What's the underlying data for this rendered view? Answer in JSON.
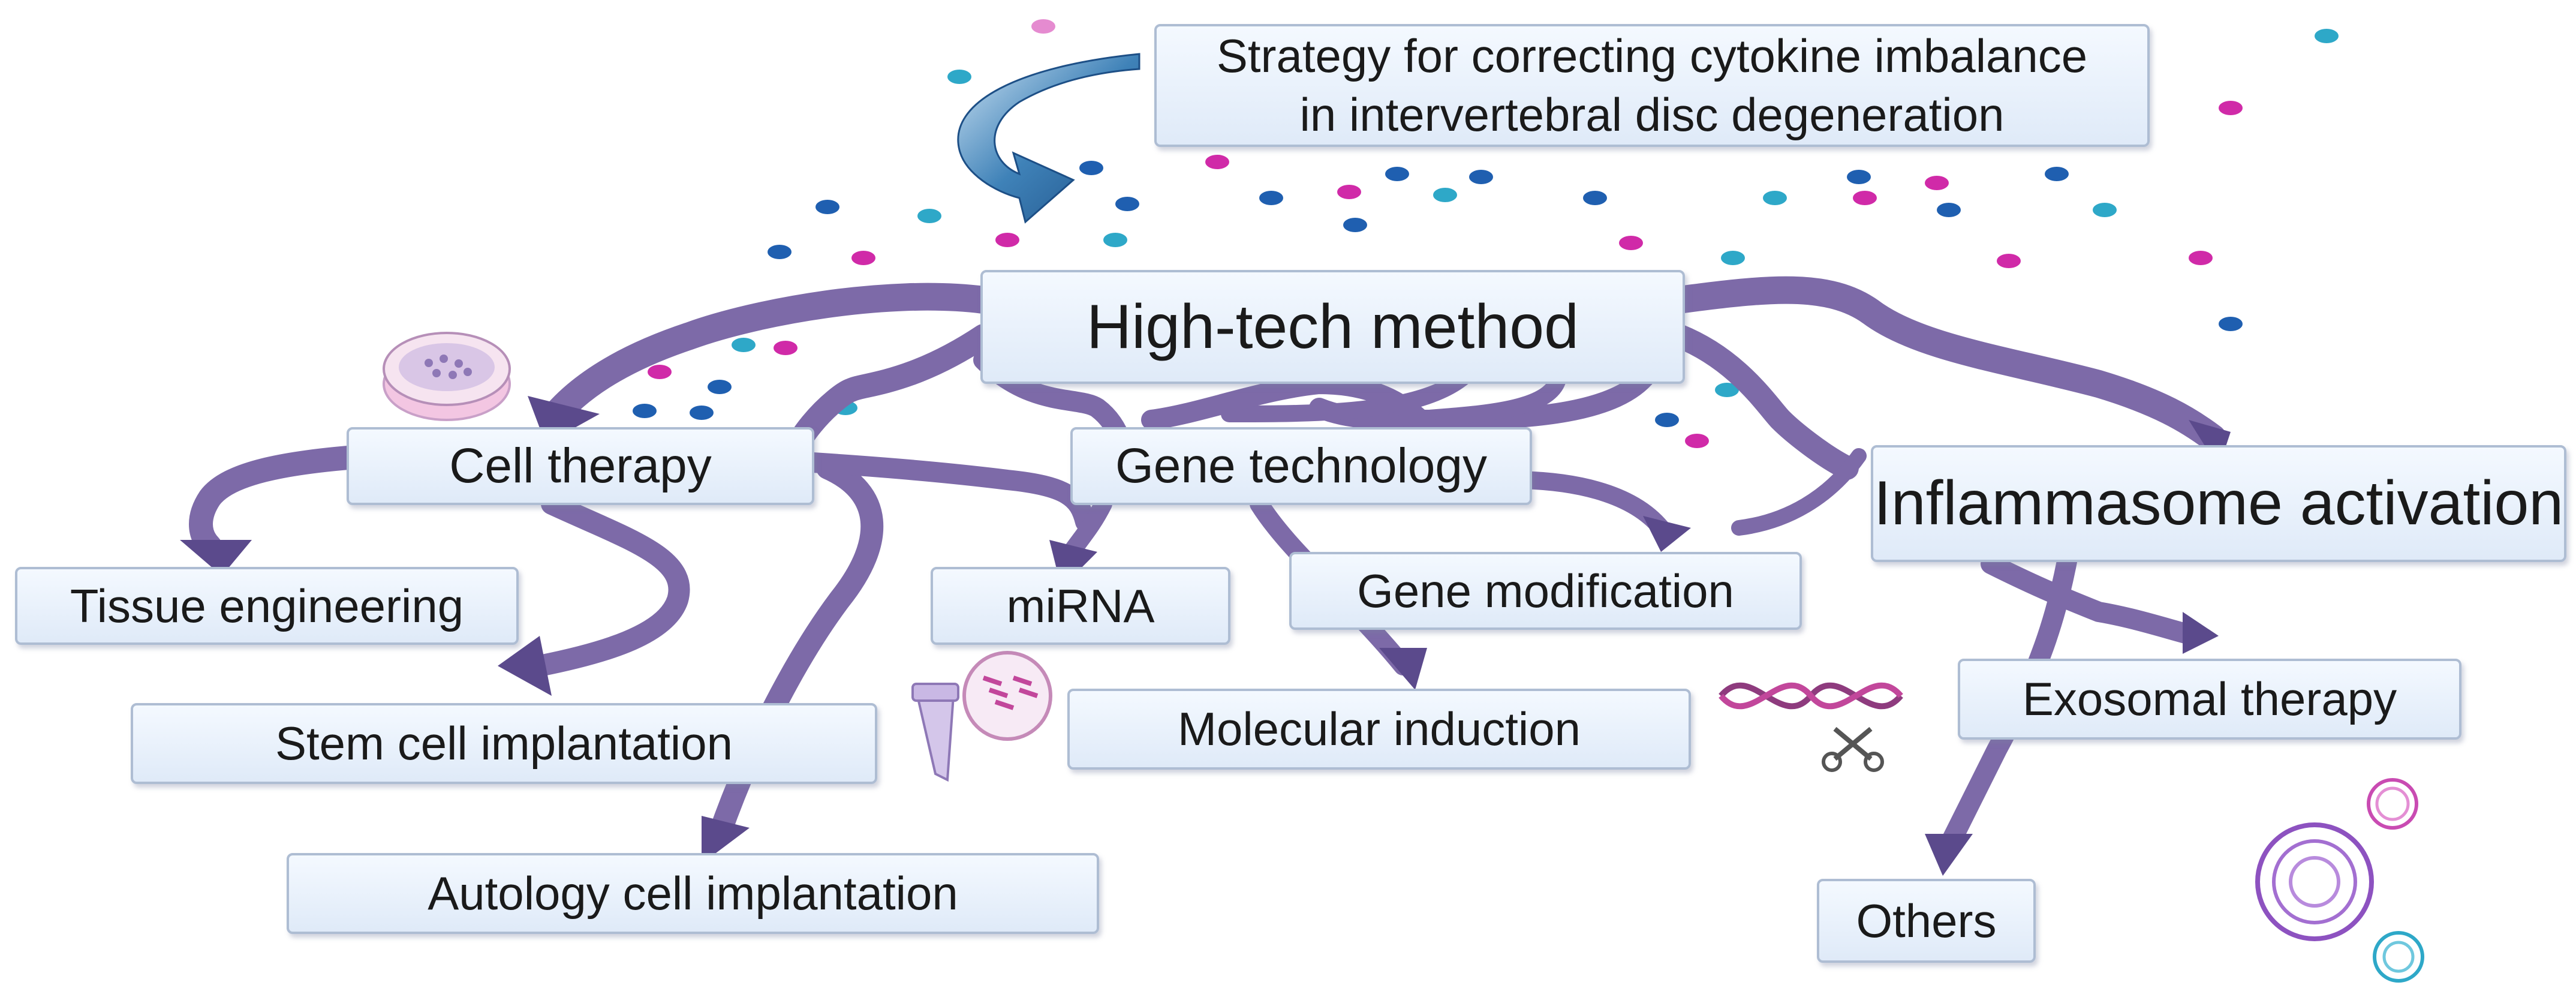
{
  "title": {
    "line1": "Strategy for correcting cytokine imbalance",
    "line2": "in intervertebral disc degeneration"
  },
  "main": {
    "label": "High-tech method"
  },
  "categories": {
    "cell_therapy": "Cell therapy",
    "gene_technology": "Gene technology",
    "inflammasome_activation": "Inflammasome activation"
  },
  "leaves": {
    "tissue_engineering": "Tissue engineering",
    "stem_cell_implantation": "Stem cell implantation",
    "autology_cell_implantation": "Autology cell implantation",
    "mirna": "miRNA",
    "gene_modification": "Gene modification",
    "molecular_induction": "Molecular induction",
    "exosomal_therapy": "Exosomal therapy",
    "others": "Others"
  },
  "colors": {
    "branch": "#7d6aa8",
    "branch_dark": "#5b4a8c",
    "arrow_blue": "#2f6fa8",
    "dot_blue": "#1f5fb0",
    "dot_cyan": "#2ea8c8",
    "dot_magenta": "#d02aa8",
    "box_border": "#aebdd3"
  },
  "icons": [
    "curved-arrow-icon",
    "petri-dish-icon",
    "test-tube-icon",
    "dna-scissors-icon",
    "exosome-icon"
  ]
}
